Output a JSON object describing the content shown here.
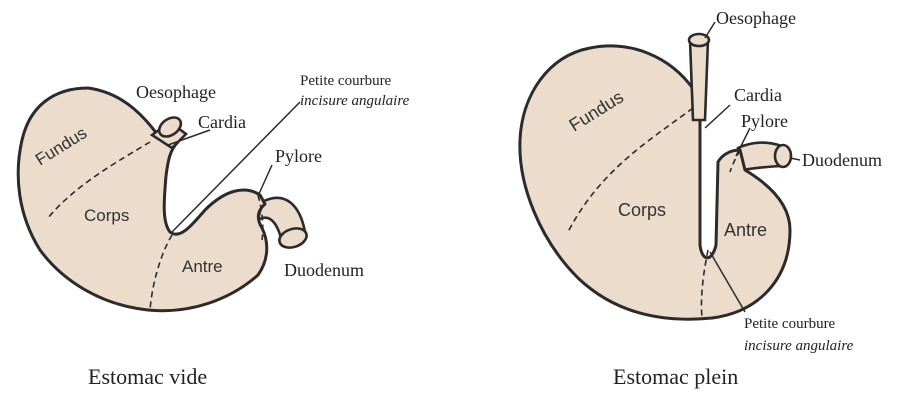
{
  "diagrams": [
    {
      "caption": "Estomac vide",
      "labels": {
        "fundus": "Fundus",
        "corps": "Corps",
        "antre": "Antre",
        "oesophage": "Oesophage",
        "cardia": "Cardia",
        "petite_courbure": "Petite courbure",
        "incisure": "incisure angulaire",
        "pylore": "Pylore",
        "duodenum": "Duodenum"
      }
    },
    {
      "caption": "Estomac plein",
      "labels": {
        "fundus": "Fundus",
        "corps": "Corps",
        "antre": "Antre",
        "oesophage": "Oesophage",
        "cardia": "Cardia",
        "petite_courbure": "Petite courbure",
        "incisure": "incisure angulaire",
        "pylore": "Pylore",
        "duodenum": "Duodenum"
      }
    }
  ],
  "colors": {
    "organ_fill": "#ecdccb",
    "outline": "#2b2b2b"
  }
}
